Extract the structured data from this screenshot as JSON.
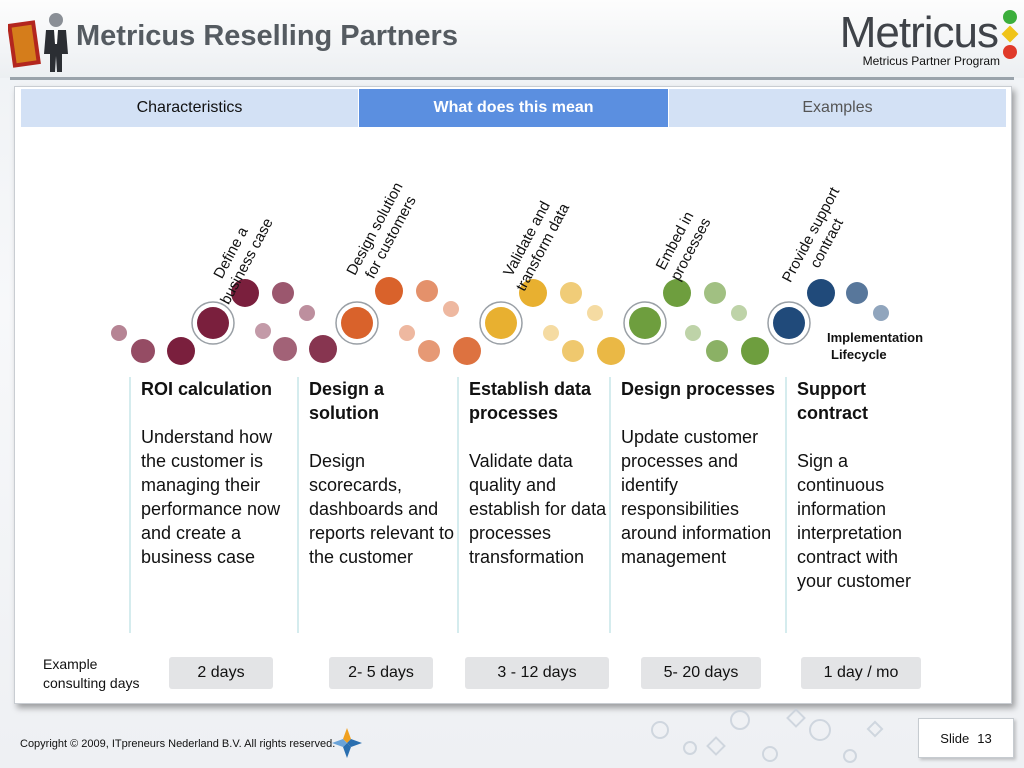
{
  "header": {
    "title": "Metricus Reselling Partners",
    "brand": "Metricus",
    "brand_sub": "Metricus Partner Program"
  },
  "tabs": [
    {
      "label": "Characteristics"
    },
    {
      "label": "What does this mean"
    },
    {
      "label": "Examples"
    }
  ],
  "stages": [
    {
      "diag_line1": "Define a",
      "diag_line2": "business case",
      "color": "#7a1f3d"
    },
    {
      "diag_line1": "Design solution",
      "diag_line2": "for customers",
      "color": "#d9622b"
    },
    {
      "diag_line1": "Validate and",
      "diag_line2": "transform data",
      "color": "#e8b030"
    },
    {
      "diag_line1": "Embed in",
      "diag_line2": "processes",
      "color": "#6e9e3e"
    },
    {
      "diag_line1": "Provide support",
      "diag_line2": "contract",
      "color": "#204a7a"
    }
  ],
  "implementation_label": {
    "line1": "Implementation",
    "line2": "Lifecycle"
  },
  "columns": [
    {
      "title": "ROI calculation",
      "body": "Understand how the customer is managing their performance now and create a business case"
    },
    {
      "title": "Design a solution",
      "body": "Design scorecards, dashboards and reports relevant to the customer"
    },
    {
      "title": "Establish data processes",
      "body": "Validate data quality and establish for data processes transformation"
    },
    {
      "title": "Design processes",
      "body": "Update customer processes and identify responsibilities around information management"
    },
    {
      "title": "Support contract",
      "body": "Sign a continuous information interpretation contract with your customer"
    }
  ],
  "days_label": {
    "line1": "Example",
    "line2": "consulting days"
  },
  "days": [
    "2 days",
    "2- 5 days",
    "3 - 12 days",
    "5- 20 days",
    "1 day  / mo"
  ],
  "footer": {
    "copyright": "Copyright © 2009, ITpreneurs Nederland B.V. All rights reserved.",
    "slide_label": "Slide",
    "slide_number": "13"
  },
  "colors": {
    "tab_active": "#5b8fe0",
    "tab_inactive": "#d3e1f5",
    "brand_dot_green": "#3cae3c",
    "brand_dot_yellow": "#f0c419",
    "brand_dot_red": "#e03a2a"
  }
}
